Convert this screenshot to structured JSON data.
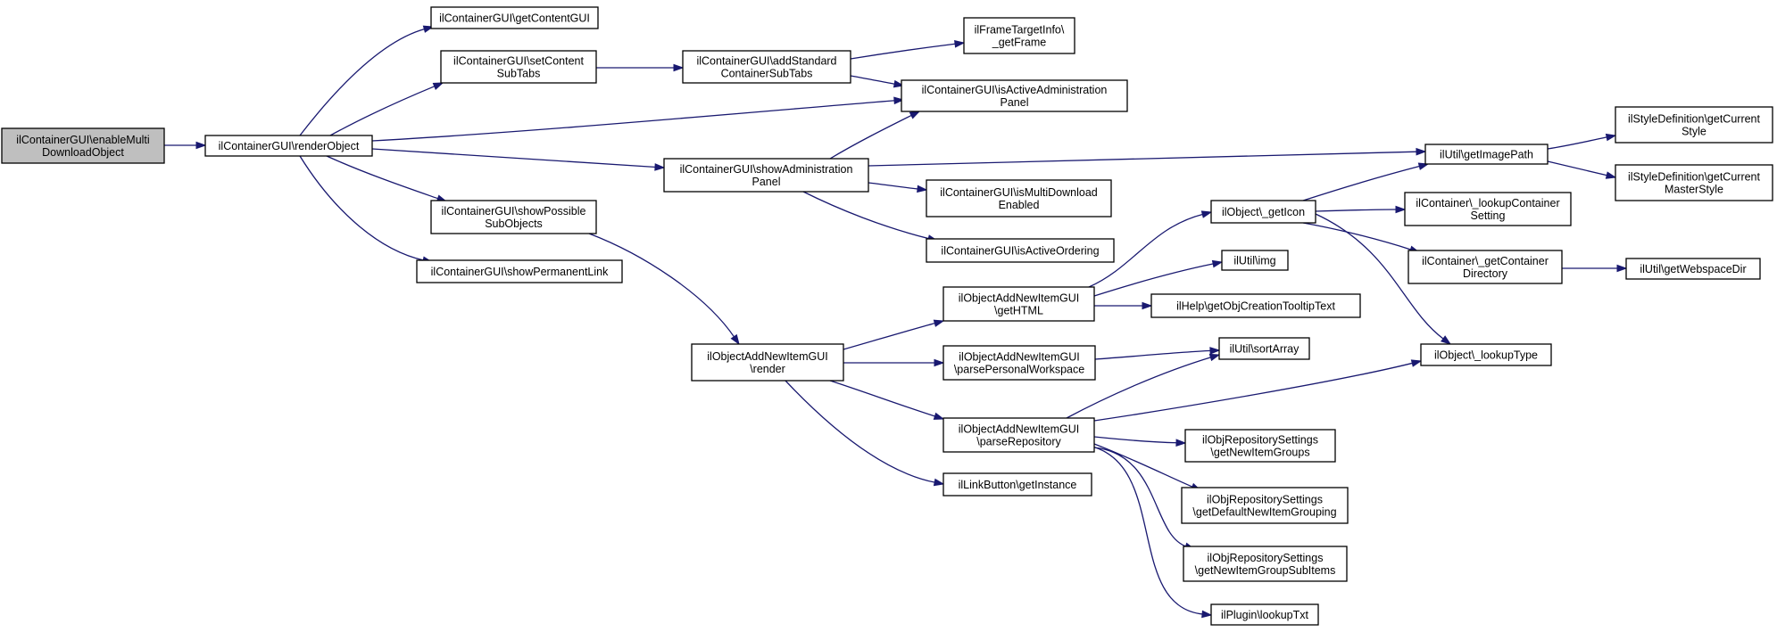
{
  "diagram": {
    "type": "call-graph",
    "colors": {
      "edge": "#191970",
      "node_fill": "#ffffff",
      "root_fill": "#bfbfbf",
      "node_border": "#000000"
    },
    "nodes": [
      {
        "id": "root",
        "lines": [
          "ilContainerGUI\\enableMulti",
          "DownloadObject"
        ]
      },
      {
        "id": "renderObject",
        "lines": [
          "ilContainerGUI\\renderObject"
        ]
      },
      {
        "id": "getContentGUI",
        "lines": [
          "ilContainerGUI\\getContentGUI"
        ]
      },
      {
        "id": "setContentSubTabs",
        "lines": [
          "ilContainerGUI\\setContent",
          "SubTabs"
        ]
      },
      {
        "id": "addStandardContainerSubTabs",
        "lines": [
          "ilContainerGUI\\addStandard",
          "ContainerSubTabs"
        ]
      },
      {
        "id": "getFrame",
        "lines": [
          "ilFrameTargetInfo\\",
          "_getFrame"
        ]
      },
      {
        "id": "isActiveAdministrationPanel",
        "lines": [
          "ilContainerGUI\\isActiveAdministration",
          "Panel"
        ]
      },
      {
        "id": "showAdministrationPanel",
        "lines": [
          "ilContainerGUI\\showAdministration",
          "Panel"
        ]
      },
      {
        "id": "isMultiDownloadEnabled",
        "lines": [
          "ilContainerGUI\\isMultiDownload",
          "Enabled"
        ]
      },
      {
        "id": "isActiveOrdering",
        "lines": [
          "ilContainerGUI\\isActiveOrdering"
        ]
      },
      {
        "id": "showPossibleSubObjects",
        "lines": [
          "ilContainerGUI\\showPossible",
          "SubObjects"
        ]
      },
      {
        "id": "showPermanentLink",
        "lines": [
          "ilContainerGUI\\showPermanentLink"
        ]
      },
      {
        "id": "getImagePath",
        "lines": [
          "ilUtil\\getImagePath"
        ]
      },
      {
        "id": "getCurrentStyle",
        "lines": [
          "ilStyleDefinition\\getCurrent",
          "Style"
        ]
      },
      {
        "id": "getCurrentMasterStyle",
        "lines": [
          "ilStyleDefinition\\getCurrent",
          "MasterStyle"
        ]
      },
      {
        "id": "getIcon",
        "lines": [
          "ilObject\\_getIcon"
        ]
      },
      {
        "id": "lookupContainerSetting",
        "lines": [
          "ilContainer\\_lookupContainer",
          "Setting"
        ]
      },
      {
        "id": "getContainerDirectory",
        "lines": [
          "ilContainer\\_getContainer",
          "Directory"
        ]
      },
      {
        "id": "getWebspaceDir",
        "lines": [
          "ilUtil\\getWebspaceDir"
        ]
      },
      {
        "id": "img",
        "lines": [
          "ilUtil\\img"
        ]
      },
      {
        "id": "getObjCreationTooltipText",
        "lines": [
          "ilHelp\\getObjCreationTooltipText"
        ]
      },
      {
        "id": "getHTML",
        "lines": [
          "ilObjectAddNewItemGUI",
          "\\getHTML"
        ]
      },
      {
        "id": "render",
        "lines": [
          "ilObjectAddNewItemGUI",
          "\\render"
        ]
      },
      {
        "id": "parsePersonalWorkspace",
        "lines": [
          "ilObjectAddNewItemGUI",
          "\\parsePersonalWorkspace"
        ]
      },
      {
        "id": "sortArray",
        "lines": [
          "ilUtil\\sortArray"
        ]
      },
      {
        "id": "lookupType",
        "lines": [
          "ilObject\\_lookupType"
        ]
      },
      {
        "id": "parseRepository",
        "lines": [
          "ilObjectAddNewItemGUI",
          "\\parseRepository"
        ]
      },
      {
        "id": "getNewItemGroups",
        "lines": [
          "ilObjRepositorySettings",
          "\\getNewItemGroups"
        ]
      },
      {
        "id": "getDefaultNewItemGrouping",
        "lines": [
          "ilObjRepositorySettings",
          "\\getDefaultNewItemGrouping"
        ]
      },
      {
        "id": "getNewItemGroupSubItems",
        "lines": [
          "ilObjRepositorySettings",
          "\\getNewItemGroupSubItems"
        ]
      },
      {
        "id": "lookupTxt",
        "lines": [
          "ilPlugin\\lookupTxt"
        ]
      },
      {
        "id": "getInstance",
        "lines": [
          "ilLinkButton\\getInstance"
        ]
      }
    ],
    "edges": [
      {
        "from": "root",
        "to": "renderObject"
      },
      {
        "from": "renderObject",
        "to": "getContentGUI"
      },
      {
        "from": "renderObject",
        "to": "setContentSubTabs"
      },
      {
        "from": "renderObject",
        "to": "isActiveAdministrationPanel"
      },
      {
        "from": "renderObject",
        "to": "showAdministrationPanel"
      },
      {
        "from": "renderObject",
        "to": "showPossibleSubObjects"
      },
      {
        "from": "renderObject",
        "to": "showPermanentLink"
      },
      {
        "from": "setContentSubTabs",
        "to": "addStandardContainerSubTabs"
      },
      {
        "from": "addStandardContainerSubTabs",
        "to": "getFrame"
      },
      {
        "from": "addStandardContainerSubTabs",
        "to": "isActiveAdministrationPanel"
      },
      {
        "from": "showAdministrationPanel",
        "to": "isActiveAdministrationPanel"
      },
      {
        "from": "showAdministrationPanel",
        "to": "getImagePath"
      },
      {
        "from": "showAdministrationPanel",
        "to": "isMultiDownloadEnabled"
      },
      {
        "from": "showAdministrationPanel",
        "to": "isActiveOrdering"
      },
      {
        "from": "showPossibleSubObjects",
        "to": "render"
      },
      {
        "from": "getImagePath",
        "to": "getCurrentStyle"
      },
      {
        "from": "getImagePath",
        "to": "getCurrentMasterStyle"
      },
      {
        "from": "getIcon",
        "to": "getImagePath"
      },
      {
        "from": "getIcon",
        "to": "lookupContainerSetting"
      },
      {
        "from": "getIcon",
        "to": "getContainerDirectory"
      },
      {
        "from": "getIcon",
        "to": "lookupType"
      },
      {
        "from": "getContainerDirectory",
        "to": "getWebspaceDir"
      },
      {
        "from": "getHTML",
        "to": "getIcon"
      },
      {
        "from": "getHTML",
        "to": "img"
      },
      {
        "from": "getHTML",
        "to": "getObjCreationTooltipText"
      },
      {
        "from": "render",
        "to": "getHTML"
      },
      {
        "from": "render",
        "to": "parsePersonalWorkspace"
      },
      {
        "from": "render",
        "to": "parseRepository"
      },
      {
        "from": "render",
        "to": "getInstance"
      },
      {
        "from": "parsePersonalWorkspace",
        "to": "sortArray"
      },
      {
        "from": "parseRepository",
        "to": "sortArray"
      },
      {
        "from": "parseRepository",
        "to": "lookupType"
      },
      {
        "from": "parseRepository",
        "to": "getNewItemGroups"
      },
      {
        "from": "parseRepository",
        "to": "getDefaultNewItemGrouping"
      },
      {
        "from": "parseRepository",
        "to": "getNewItemGroupSubItems"
      },
      {
        "from": "parseRepository",
        "to": "lookupTxt"
      }
    ]
  }
}
